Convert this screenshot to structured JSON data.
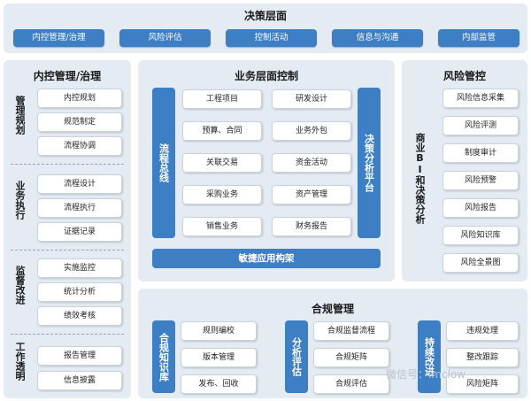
{
  "top": {
    "title": "决策层面",
    "buttons": [
      "内控管理/治理",
      "风险评估",
      "控制活动",
      "信息与沟通",
      "内部监管"
    ]
  },
  "left": {
    "title": "内控管理/治理",
    "groups": [
      {
        "label": "管理规划",
        "items": [
          "内控规划",
          "规范制定",
          "流程协调"
        ]
      },
      {
        "label": "业务执行",
        "items": [
          "流程设计",
          "流程执行",
          "证据记录"
        ]
      },
      {
        "label": "监督改进",
        "items": [
          "实施监控",
          "统计分析",
          "绩效考核"
        ]
      },
      {
        "label": "工作透明",
        "items": [
          "报告管理",
          "信息披露"
        ]
      }
    ]
  },
  "center": {
    "title": "业务层面控制",
    "left_bar": "流程总线",
    "right_bar": "决策分析平台",
    "bottom_bar": "敏捷应用构架",
    "items": [
      [
        "工程项目",
        "研发设计"
      ],
      [
        "预算、合同",
        "业务外包"
      ],
      [
        "关联交易",
        "资金活动"
      ],
      [
        "采购业务",
        "资产管理"
      ],
      [
        "销售业务",
        "财务报告"
      ]
    ]
  },
  "right": {
    "title": "风险管控",
    "side_label": "商业BI和决策分析",
    "items": [
      "风险信息采集",
      "风险评测",
      "制度审计",
      "风险预警",
      "风险报告",
      "风险知识库",
      "风险全景图"
    ]
  },
  "bottom": {
    "title": "合规管理",
    "groups": [
      {
        "bar": "合规知识库",
        "items": [
          "规则编校",
          "版本管理",
          "发布、回收"
        ]
      },
      {
        "bar": "分析评估",
        "items": [
          "合规监督流程",
          "合规矩阵",
          "合规评估"
        ]
      },
      {
        "bar": "持续改进",
        "items": [
          "违规处理",
          "整改跟踪",
          "风险矩阵"
        ]
      }
    ]
  },
  "watermark": "微信号：imclow"
}
